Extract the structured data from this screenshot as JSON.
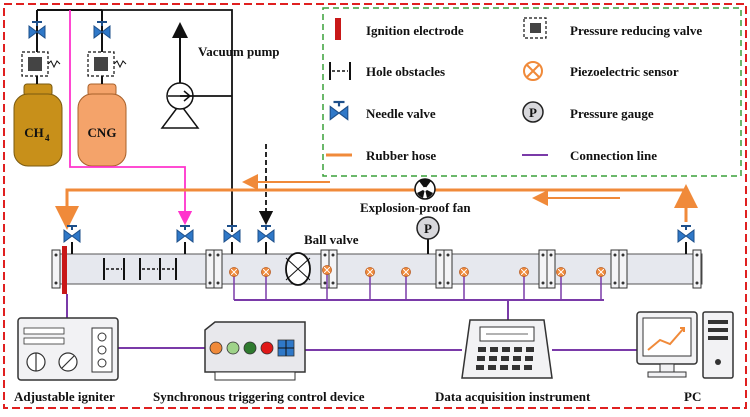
{
  "colors": {
    "outer_border": "#e02020",
    "legend_border": "#3aa03a",
    "rubber_hose": "#f08a3a",
    "connection_line": "#7a3aa8",
    "magenta_line": "#ff33cc",
    "tank_ch4": "#c8901a",
    "tank_cng": "#f4a36a",
    "needle_valve": "#2f78c8",
    "electrode": "#c81818",
    "piezo_sensor": "#f08a3a",
    "tube_fill": "#e6e8ee"
  },
  "legend": {
    "ignition_electrode": "Ignition electrode",
    "pressure_reducing_valve": "Pressure reducing valve",
    "hole_obstacles": "Hole obstacles",
    "piezoelectric_sensor": "Piezoelectric sensor",
    "needle_valve": "Needle valve",
    "pressure_gauge": "Pressure gauge",
    "pressure_gauge_symbol": "P",
    "rubber_hose": "Rubber hose",
    "connection_line": "Connection line"
  },
  "labels": {
    "vacuum_pump": "Vacuum pump",
    "explosion_proof_fan": "Explosion-proof fan",
    "ball_valve": "Ball valve",
    "gauge_symbol": "P",
    "tank_ch4_main": "CH",
    "tank_ch4_sub": "4",
    "tank_cng": "CNG",
    "adjustable_igniter": "Adjustable igniter",
    "sync_trigger": "Synchronous triggering control device",
    "data_acq": "Data acquisition instrument",
    "pc": "PC"
  }
}
